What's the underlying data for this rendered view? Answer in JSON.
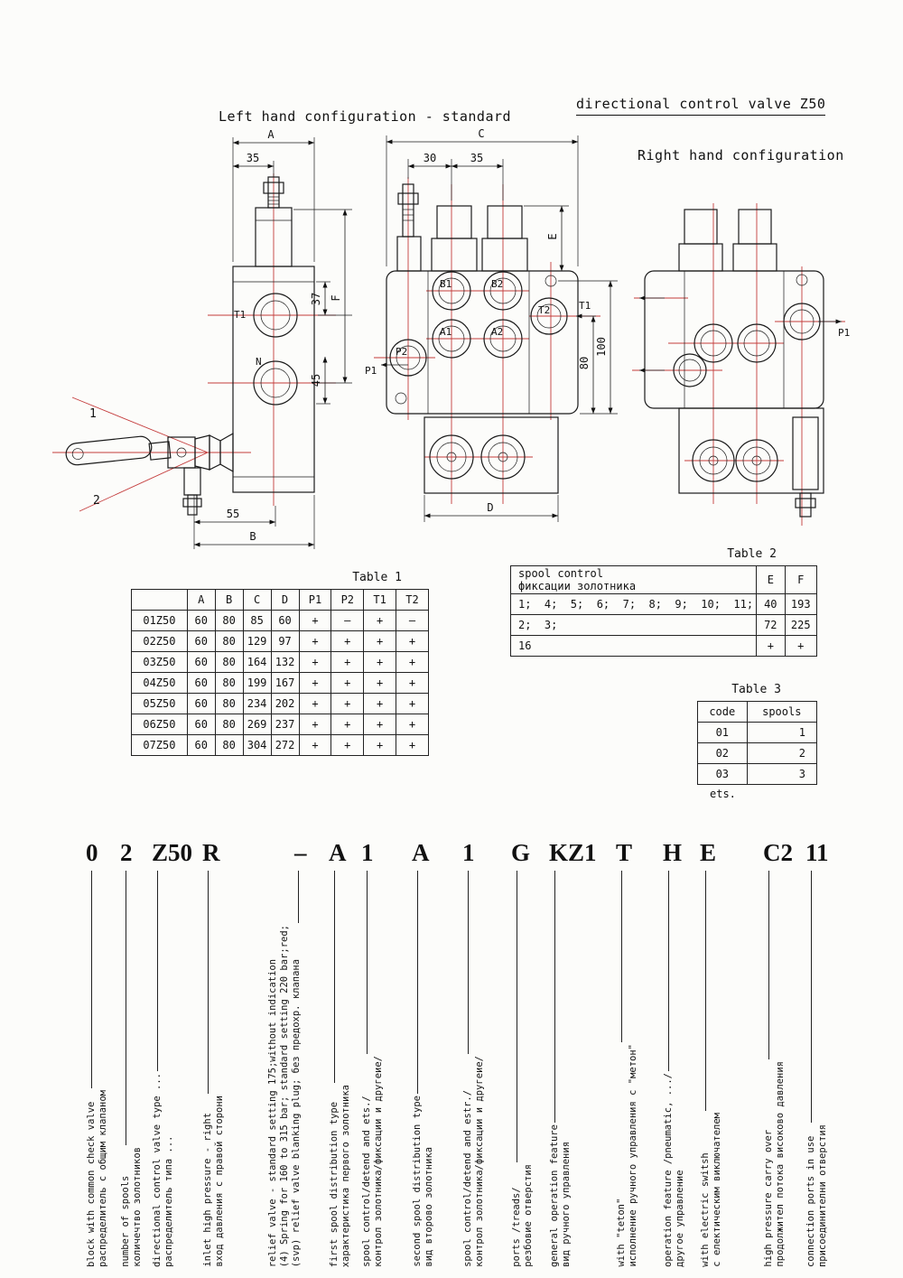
{
  "titles": {
    "left": "Left hand configuration - standard",
    "main": "directional control valve Z50",
    "right": "Right hand configuration"
  },
  "drawing": {
    "left": {
      "A": "A",
      "d35": "35",
      "d37": "37",
      "F": "F",
      "d45": "45",
      "d55": "55",
      "B": "B",
      "T1": "T1",
      "N": "N",
      "pos1": "1",
      "pos2": "2"
    },
    "front": {
      "C": "C",
      "d30": "30",
      "d35": "35",
      "E": "E",
      "d80": "80",
      "d100": "100",
      "D": "D",
      "B1": "B1",
      "B2": "B2",
      "A1": "A1",
      "A2": "A2",
      "T2": "T2",
      "P2": "P2",
      "T1": "T1",
      "P1": "P1"
    },
    "right": {
      "P1": "P1"
    }
  },
  "table1": {
    "title": "Table 1",
    "headers": [
      "",
      "A",
      "B",
      "C",
      "D",
      "P1",
      "P2",
      "T1",
      "T2"
    ],
    "rows": [
      [
        "01Z50",
        "60",
        "80",
        "85",
        "60",
        "+",
        "–",
        "+",
        "–"
      ],
      [
        "02Z50",
        "60",
        "80",
        "129",
        "97",
        "+",
        "+",
        "+",
        "+"
      ],
      [
        "03Z50",
        "60",
        "80",
        "164",
        "132",
        "+",
        "+",
        "+",
        "+"
      ],
      [
        "04Z50",
        "60",
        "80",
        "199",
        "167",
        "+",
        "+",
        "+",
        "+"
      ],
      [
        "05Z50",
        "60",
        "80",
        "234",
        "202",
        "+",
        "+",
        "+",
        "+"
      ],
      [
        "06Z50",
        "60",
        "80",
        "269",
        "237",
        "+",
        "+",
        "+",
        "+"
      ],
      [
        "07Z50",
        "60",
        "80",
        "304",
        "272",
        "+",
        "+",
        "+",
        "+"
      ]
    ]
  },
  "table2": {
    "title": "Table 2",
    "header": {
      "line1": "spool control",
      "line2": "фиксации золотника",
      "e": "E",
      "f": "F"
    },
    "rows": [
      [
        "1;  4;  5;  6;  7;  8;  9;  10;  11;",
        "40",
        "193"
      ],
      [
        "2;  3;",
        "72",
        "225"
      ],
      [
        "16",
        "+",
        "+"
      ]
    ]
  },
  "table3": {
    "title": "Table 3",
    "headers": [
      "code",
      "spools"
    ],
    "rows": [
      [
        "01",
        "1"
      ],
      [
        "02",
        "2"
      ],
      [
        "03",
        "3"
      ]
    ],
    "footnote": "ets."
  },
  "order": {
    "items": [
      {
        "code": "0",
        "lines": [
          "block with common check valve",
          "распределитель с общим клапаном"
        ]
      },
      {
        "code": "2",
        "lines": [
          "number of spools",
          "количечтво золотников"
        ]
      },
      {
        "code": "Z50",
        "lines": [
          "directional control valve type ...",
          "распределитель типа ..."
        ]
      },
      {
        "code": "R",
        "lines": [
          "inlet high pressure - right",
          "вход давления с правой сторони"
        ]
      },
      {
        "code": "–",
        "lines": [
          "relief valve - standard setting 175;without indication",
          "(4) Spring for 160 to 315 bar;  standard setting 220 bar;red;",
          "(svp) relief valve blanking plug;  без предохр. клапана"
        ]
      },
      {
        "code": "A",
        "lines": [
          "first spool distribution type",
          "характеристика первого золотника"
        ]
      },
      {
        "code": "1",
        "lines": [
          "spool control/detend and ets./",
          "контрол золотника/фиксации и другеие/"
        ]
      },
      {
        "code": "A",
        "lines": [
          "second spool distribution type",
          "вид второво золотника"
        ]
      },
      {
        "code": "1",
        "lines": [
          "spool control/detend and estr./",
          "контрол золотника/фиксации и другеие/"
        ]
      },
      {
        "code": "G",
        "lines": [
          "ports /treads/",
          "резбовие отверстия"
        ]
      },
      {
        "code": "KZ1",
        "lines": [
          "general operation feature",
          "вид ручного управления"
        ]
      },
      {
        "code": "T",
        "lines": [
          "with \"teton\"",
          "исполнение ручного управления с \"метон\""
        ]
      },
      {
        "code": "H",
        "lines": [
          "operation feature /pneumatic, .../",
          "другое управление"
        ]
      },
      {
        "code": "E",
        "lines": [
          "with electric switsh",
          "с електическим виключателем"
        ]
      },
      {
        "code": "C2",
        "lines": [
          "high pressure carry over",
          "продолжител потока високово давления"
        ]
      },
      {
        "code": "11",
        "lines": [
          "connection ports in use",
          "присоединителни отверстия"
        ]
      }
    ]
  }
}
